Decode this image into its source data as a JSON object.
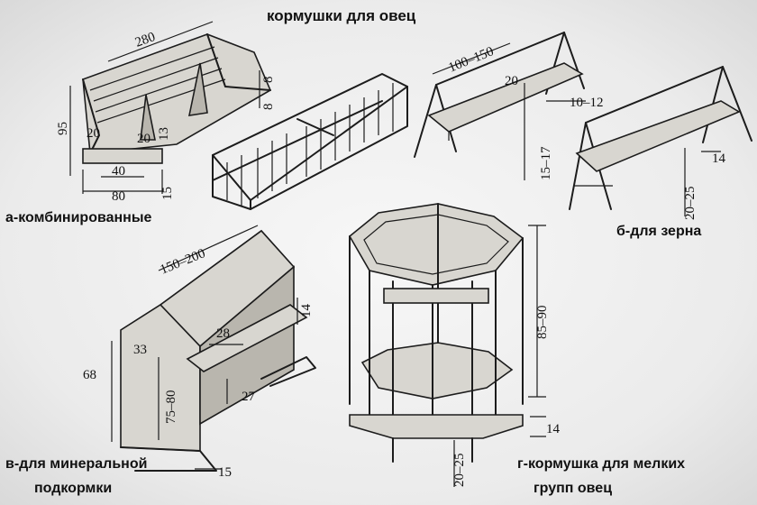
{
  "title": "кормушки для овец",
  "labels": {
    "a": "а-комбинированные",
    "b": "б-для зерна",
    "v_line1": "в-для минеральной",
    "v_line2": "подкормки",
    "g_line1": "г-кормушка для мелких",
    "g_line2": "групп овец"
  },
  "dims": {
    "a_length": "280",
    "a_height": "95",
    "a_post_left": "20",
    "a_post_mid": "20",
    "a_post_gap": "13",
    "a_base_inner": "40",
    "a_base_outer": "80",
    "a_base_h": "15",
    "a_side_top": "8",
    "a_side_bottom": "8",
    "b_length": "100–150",
    "b_trough_w": "20",
    "b_trough_h": "10–12",
    "b_leg_h": "15–17",
    "b2_w": "14",
    "b2_h": "20–25",
    "v_length": "150–200",
    "v_roof": "14",
    "v_box": "28",
    "v_width": "33",
    "v_height": "68",
    "v_inner_h": "75–80",
    "v_tray": "27",
    "v_base": "15",
    "g_height": "85–90",
    "g_bottom": "14",
    "g_legs": "20–25"
  }
}
